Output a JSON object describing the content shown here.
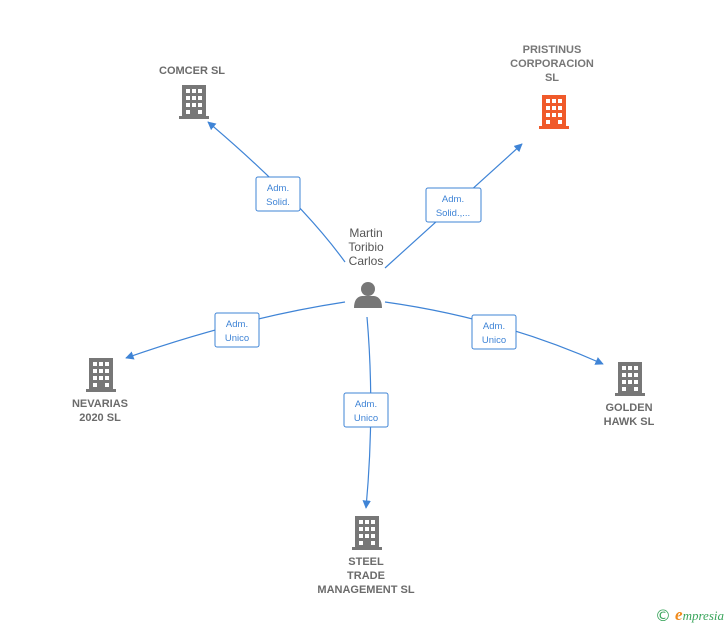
{
  "person": {
    "name": "Martin\nToribio\nCarlos",
    "icon": "person-icon"
  },
  "companies": {
    "comcer": {
      "name": "COMCER SL",
      "icon": "building-icon"
    },
    "pristinus": {
      "name": "PRISTINUS\nCORPORACION\nSL",
      "icon": "building-icon",
      "color": "#f05a2a"
    },
    "nevarias": {
      "name": "NEVARIAS\n2020  SL",
      "icon": "building-icon"
    },
    "golden": {
      "name": "GOLDEN\nHAWK  SL",
      "icon": "building-icon"
    },
    "steel": {
      "name": "STEEL\nTRADE\nMANAGEMENT SL",
      "icon": "building-icon"
    }
  },
  "edges": {
    "comcer": [
      "Adm.",
      "Solid."
    ],
    "pristinus": [
      "Adm.",
      "Solid.,..."
    ],
    "nevarias": [
      "Adm.",
      "Unico"
    ],
    "golden": [
      "Adm.",
      "Unico"
    ],
    "steel": [
      "Adm.",
      "Unico"
    ]
  },
  "colors": {
    "edge": "#3f84d6",
    "building": "#777777",
    "building_highlight": "#f05a2a",
    "person": "#777777"
  },
  "brand": {
    "copyright": "©",
    "name_initial": "e",
    "name_rest": "mpresia"
  }
}
